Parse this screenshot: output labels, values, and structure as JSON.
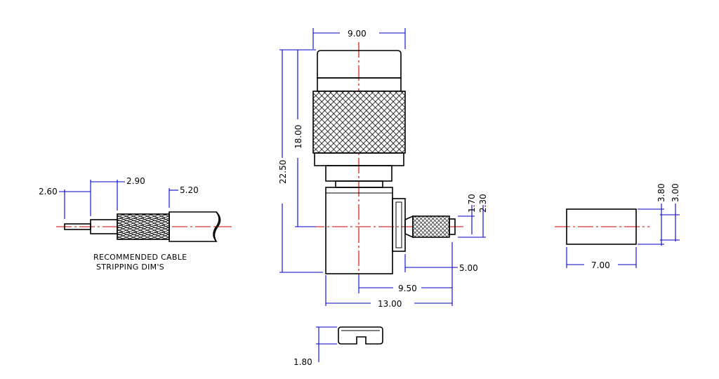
{
  "colors": {
    "outline": "#000000",
    "dimension": "#0000cc",
    "centerline": "#cc0000",
    "background": "#ffffff"
  },
  "caption": {
    "line1": "RECOMMENDED CABLE",
    "line2": "STRIPPING DIM'S"
  },
  "dimensions": {
    "head_width": "9.00",
    "total_height": "22.50",
    "head_height": "18.00",
    "cable_strip_a": "2.60",
    "cable_strip_b": "2.90",
    "cable_strip_c": "5.20",
    "sleeve_small": "1.70",
    "sleeve_large": "2.30",
    "sleeve_length": "5.00",
    "centre_to_end": "9.50",
    "overall_length": "13.00",
    "ferrule_outer": "3.80",
    "ferrule_inner": "3.00",
    "ferrule_length": "7.00",
    "insert_height": "1.80"
  }
}
